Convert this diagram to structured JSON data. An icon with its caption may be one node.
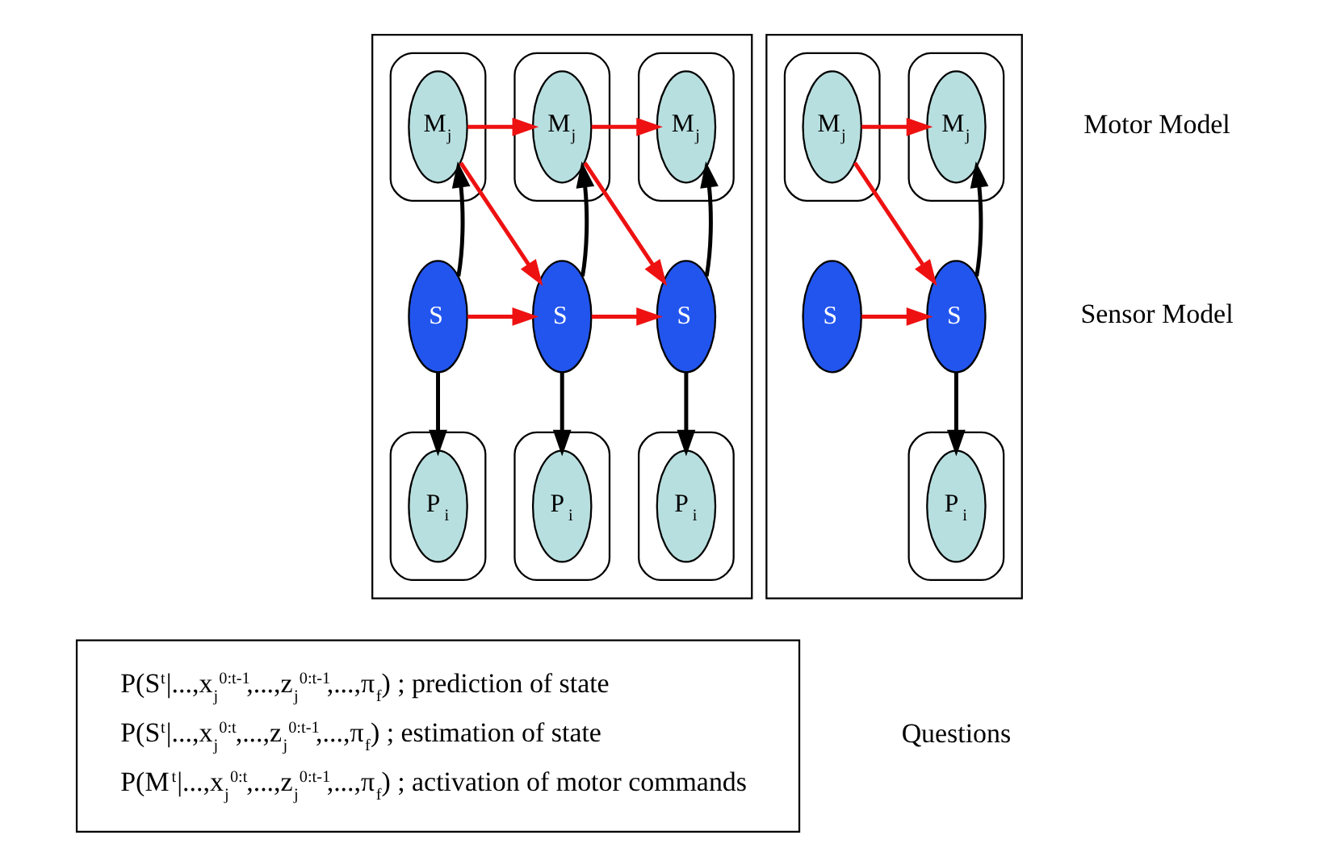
{
  "diagram": {
    "nodes": [
      {
        "text": [],
        "shape": "box"
      },
      {
        "text": [],
        "shape": "box",
        "in": 0
      },
      {
        "text": [
          "M$_{j}$"
        ],
        "in": 1
      },
      {
        "text": [],
        "shape": "box",
        "in": 0
      },
      {
        "text": [
          "M$_{j}$"
        ],
        "in": 3
      },
      {
        "text": [],
        "shape": "box",
        "in": 0
      },
      {
        "text": [
          "M$_{j}$"
        ],
        "in": 5
      },
      {
        "text": [
          "S"
        ],
        "in": 0
      },
      {
        "text": [
          "S"
        ],
        "in": 0
      },
      {
        "text": [
          "S"
        ],
        "in": 0
      },
      {
        "text": [],
        "shape": "box",
        "in": 0
      },
      {
        "text": [
          "P$_{i}$"
        ],
        "in": 10
      },
      {
        "text": [],
        "shape": "box",
        "in": 0
      },
      {
        "text": [
          "P$_{i}$"
        ],
        "in": 12
      },
      {
        "text": [],
        "shape": "box",
        "in": 0
      },
      {
        "text": [
          "P$_{i}$"
        ],
        "in": 14
      },
      {
        "text": [],
        "shape": "box"
      },
      {
        "text": [],
        "shape": "box",
        "in": 16
      },
      {
        "text": [
          "M$_{j}$"
        ],
        "in": 17
      },
      {
        "text": [],
        "shape": "box",
        "in": 16
      },
      {
        "text": [
          "M$_{j}$"
        ],
        "in": 19
      },
      {
        "text": [
          "S"
        ],
        "in": 16
      },
      {
        "text": [
          "S"
        ],
        "in": 16
      },
      {
        "text": [],
        "shape": "box",
        "in": 16
      },
      {
        "text": [
          "P$_{i}$"
        ],
        "in": 23
      },
      {
        "text": [
          "P(S$^{t}$|...,x$_{j}$$^{0:t-1}$,...,z$_{j}$$^{0:t-1}$,...,π$_{f}$) ; prediction of state",
          "P(S$^{t}$|...,x$_{j}$$^{0:t}$,...,z$_{j}$$^{0:t-1}$,...,π$_{f}$) ; estimation of state",
          "P(M$^{t}$|...,x$_{j}$$^{0:t}$,...,z$_{j}$$^{0:t-1}$,...,π$_{f}$) ; activation of motor commands"
        ]
      }
    ],
    "edges": [
      {
        "from": 7,
        "to": 2,
        "arrow": "to",
        "color": "#000000"
      },
      {
        "from": 8,
        "to": 4,
        "arrow": "to",
        "color": "#000000"
      },
      {
        "from": 9,
        "to": 6,
        "arrow": "to",
        "color": "#000000"
      },
      {
        "from": 7,
        "to": 11,
        "arrow": "to",
        "color": "#000000"
      },
      {
        "from": 8,
        "to": 13,
        "arrow": "to",
        "color": "#000000"
      },
      {
        "from": 9,
        "to": 15,
        "arrow": "to",
        "color": "#000000"
      },
      {
        "from": 2,
        "to": 4,
        "arrow": "to"
      },
      {
        "from": 4,
        "to": 6,
        "arrow": "to"
      },
      {
        "from": 2,
        "to": 8,
        "arrow": "to"
      },
      {
        "from": 4,
        "to": 9,
        "arrow": "to"
      },
      {
        "from": 7,
        "to": 8,
        "arrow": "to"
      },
      {
        "from": 8,
        "to": 9,
        "arrow": "to"
      },
      {
        "from": 18,
        "to": 20,
        "arrow": "to"
      },
      {
        "from": 18,
        "to": 22,
        "arrow": "to"
      },
      {
        "from": 21,
        "to": 22,
        "arrow": "to"
      },
      {
        "from": 22,
        "to": 20,
        "arrow": "to",
        "color": "#000000"
      },
      {
        "from": 22,
        "to": 24,
        "arrow": "to",
        "color": "#000000"
      }
    ],
    "labels": [
      "Motor Model",
      "Sensor Model",
      "Questions"
    ]
  }
}
